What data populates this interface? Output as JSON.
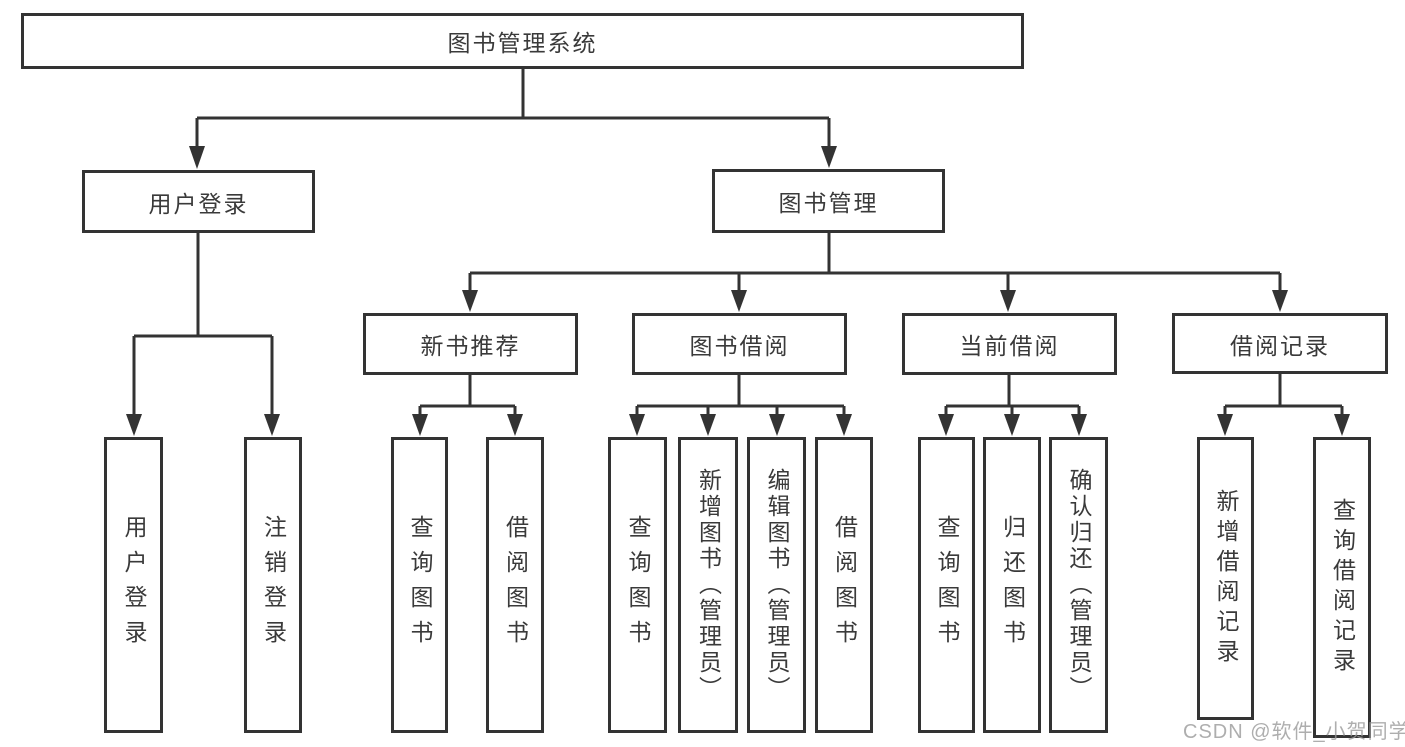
{
  "diagram": {
    "type": "hierarchy-tree",
    "root": {
      "label": "图书管理系统",
      "children": [
        {
          "label": "用户登录",
          "children": [
            {
              "label": "用户登录"
            },
            {
              "label": "注销登录"
            }
          ]
        },
        {
          "label": "图书管理",
          "children": [
            {
              "label": "新书推荐",
              "children": [
                {
                  "label": "查询图书"
                },
                {
                  "label": "借阅图书"
                }
              ]
            },
            {
              "label": "图书借阅",
              "children": [
                {
                  "label": "查询图书"
                },
                {
                  "label": "新增图书（管理员）"
                },
                {
                  "label": "编辑图书（管理员）"
                },
                {
                  "label": "借阅图书"
                }
              ]
            },
            {
              "label": "当前借阅",
              "children": [
                {
                  "label": "查询图书"
                },
                {
                  "label": "归还图书"
                },
                {
                  "label": "确认归还（管理员）"
                }
              ]
            },
            {
              "label": "借阅记录",
              "children": [
                {
                  "label": "新增借阅记录"
                },
                {
                  "label": "查询借阅记录"
                }
              ]
            }
          ]
        }
      ]
    },
    "colors": {
      "line": "#333333",
      "border": "#333333",
      "text": "#3a3a3a",
      "background": "#ffffff",
      "watermark_text_color": "#9a9a9a"
    }
  },
  "watermark": {
    "text": "CSDN @软件_小贺同学"
  }
}
